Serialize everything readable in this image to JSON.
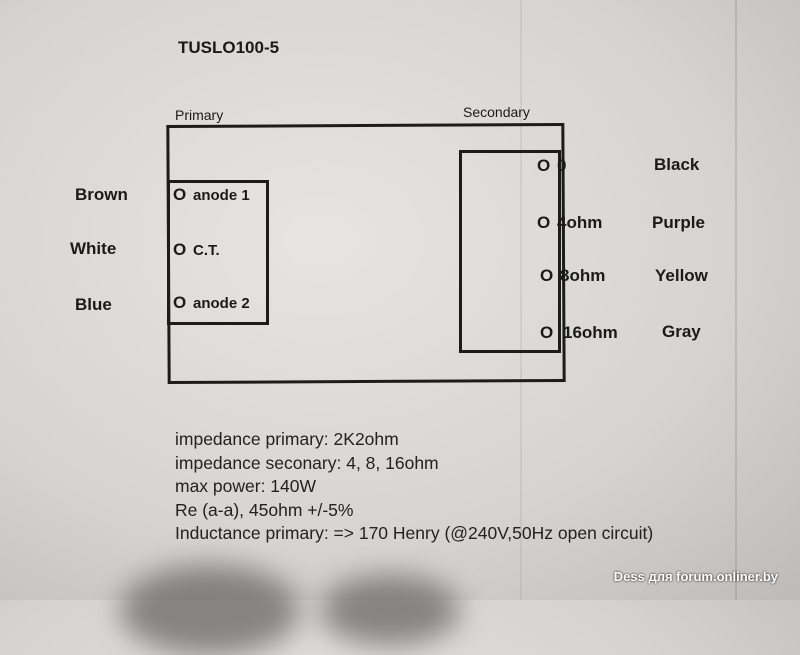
{
  "title": "TUSLO100-5",
  "primary_label": "Primary",
  "secondary_label": "Secondary",
  "primary_terminals": [
    {
      "wire": "Brown",
      "terminal": "O",
      "label": "anode 1"
    },
    {
      "wire": "White",
      "terminal": "O",
      "label": "C.T."
    },
    {
      "wire": "Blue",
      "terminal": "O",
      "label": "anode 2"
    }
  ],
  "secondary_terminals": [
    {
      "terminal": "O",
      "label": "0",
      "wire": "Black"
    },
    {
      "terminal": "O",
      "label": "4ohm",
      "wire": "Purple"
    },
    {
      "terminal": "O",
      "label": "8ohm",
      "wire": "Yellow"
    },
    {
      "terminal": "O",
      "label": "16ohm",
      "wire": "Gray"
    }
  ],
  "specs": [
    "impedance primary: 2K2ohm",
    "impedance seconary: 4, 8, 16ohm",
    "max power: 140W",
    "Re (a-a), 45ohm +/-5%",
    "Inductance primary: => 170 Henry (@240V,50Hz open circuit)"
  ],
  "watermark": "Dess для forum.onliner.by"
}
